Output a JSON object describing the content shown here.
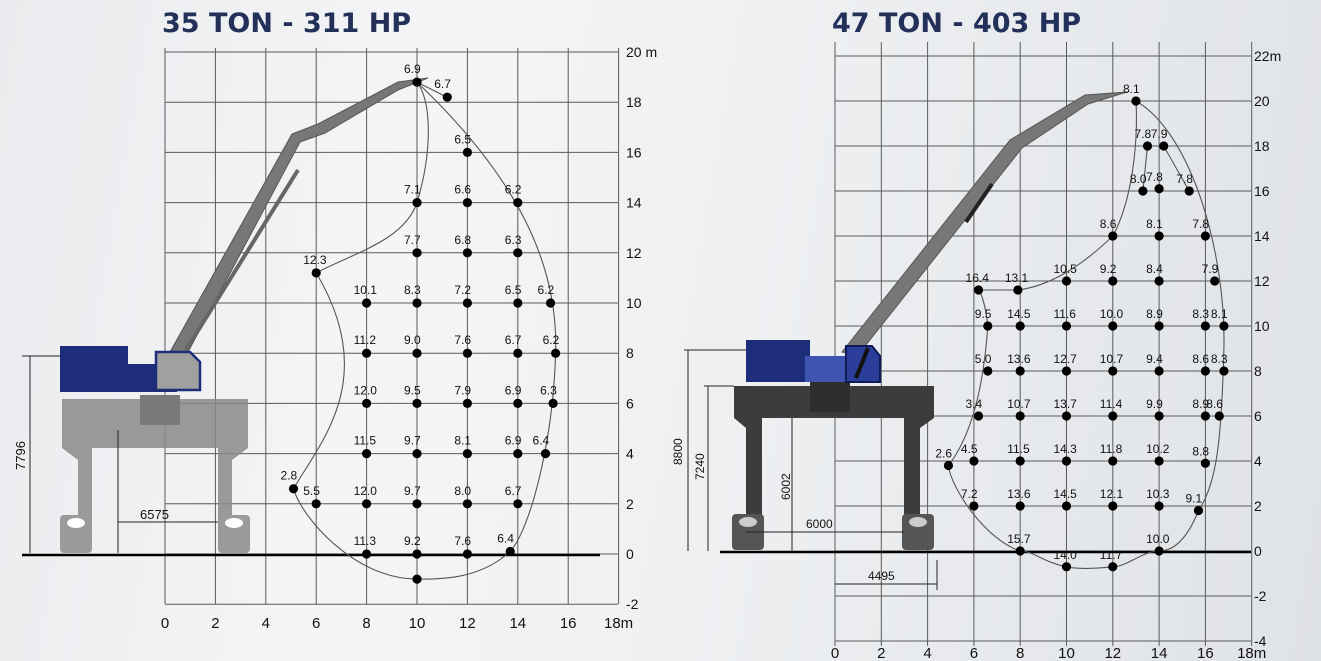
{
  "colors": {
    "title": "#22305a",
    "grid": "#5a5a5a",
    "envelope": "#555555",
    "point": "#000000",
    "cab": "#1d2d7a",
    "cab_light": "#3d55b0",
    "boom": "#777777",
    "gantry_left": "#8a8a8a",
    "gantry_right": "#3c3c3c",
    "ground": "#000000"
  },
  "chart_data": [
    {
      "type": "scatter",
      "title": "35 TON - 311 HP",
      "x_ticks": [
        "0",
        "2",
        "4",
        "6",
        "8",
        "10",
        "12",
        "14",
        "16",
        "18m"
      ],
      "y_ticks": [
        "-2",
        "0",
        "2",
        "4",
        "6",
        "8",
        "10",
        "12",
        "14",
        "16",
        "18",
        "20 m"
      ],
      "xlim": [
        -6,
        18
      ],
      "ylim": [
        -2,
        20
      ],
      "grid": true,
      "dimensions": [
        "7796",
        "6575"
      ],
      "points": [
        {
          "x": 10,
          "y": 18.8,
          "label": "6.9"
        },
        {
          "x": 11.2,
          "y": 18.2,
          "label": "6.7"
        },
        {
          "x": 12,
          "y": 16,
          "label": "6.5"
        },
        {
          "x": 10,
          "y": 14,
          "label": "7.1"
        },
        {
          "x": 12,
          "y": 14,
          "label": "6.6"
        },
        {
          "x": 14,
          "y": 14,
          "label": "6.2"
        },
        {
          "x": 10,
          "y": 12,
          "label": "7.7"
        },
        {
          "x": 12,
          "y": 12,
          "label": "6.8"
        },
        {
          "x": 14,
          "y": 12,
          "label": "6.3"
        },
        {
          "x": 6,
          "y": 11.2,
          "label": "12.3"
        },
        {
          "x": 8,
          "y": 10,
          "label": "10.1"
        },
        {
          "x": 10,
          "y": 10,
          "label": "8.3"
        },
        {
          "x": 12,
          "y": 10,
          "label": "7.2"
        },
        {
          "x": 14,
          "y": 10,
          "label": "6.5"
        },
        {
          "x": 15.3,
          "y": 10,
          "label": "6.2"
        },
        {
          "x": 8,
          "y": 8,
          "label": "11.2"
        },
        {
          "x": 10,
          "y": 8,
          "label": "9.0"
        },
        {
          "x": 12,
          "y": 8,
          "label": "7.6"
        },
        {
          "x": 14,
          "y": 8,
          "label": "6.7"
        },
        {
          "x": 15.5,
          "y": 8,
          "label": "6.2"
        },
        {
          "x": 8,
          "y": 6,
          "label": "12.0"
        },
        {
          "x": 10,
          "y": 6,
          "label": "9.5"
        },
        {
          "x": 12,
          "y": 6,
          "label": "7.9"
        },
        {
          "x": 14,
          "y": 6,
          "label": "6.9"
        },
        {
          "x": 15.4,
          "y": 6,
          "label": "6.3"
        },
        {
          "x": 8,
          "y": 4,
          "label": "11.5"
        },
        {
          "x": 10,
          "y": 4,
          "label": "9.7"
        },
        {
          "x": 12,
          "y": 4,
          "label": "8.1"
        },
        {
          "x": 14,
          "y": 4,
          "label": "6.9"
        },
        {
          "x": 15.1,
          "y": 4,
          "label": "6.4"
        },
        {
          "x": 5.1,
          "y": 2.6,
          "label": "2.8"
        },
        {
          "x": 6,
          "y": 2,
          "label": "5.5"
        },
        {
          "x": 8,
          "y": 2,
          "label": "12.0"
        },
        {
          "x": 10,
          "y": 2,
          "label": "9.7"
        },
        {
          "x": 12,
          "y": 2,
          "label": "8.0"
        },
        {
          "x": 14,
          "y": 2,
          "label": "6.7"
        },
        {
          "x": 8,
          "y": 0,
          "label": "11.3"
        },
        {
          "x": 10,
          "y": 0,
          "label": "9.2"
        },
        {
          "x": 12,
          "y": 0,
          "label": "7.6"
        },
        {
          "x": 13.7,
          "y": 0.1,
          "label": "6.4"
        },
        {
          "x": 10,
          "y": -1,
          "label": ""
        }
      ]
    },
    {
      "type": "scatter",
      "title": "47 TON - 403 HP",
      "x_ticks": [
        "0",
        "2",
        "4",
        "6",
        "8",
        "10",
        "12",
        "14",
        "16",
        "18m"
      ],
      "y_ticks": [
        "-4",
        "-2",
        "0",
        "2",
        "4",
        "6",
        "8",
        "10",
        "12",
        "14",
        "16",
        "18",
        "20",
        "22m"
      ],
      "xlim": [
        0,
        18
      ],
      "ylim": [
        -4,
        22
      ],
      "grid": true,
      "dimensions": [
        "8800",
        "7240",
        "6002",
        "6000",
        "4495"
      ],
      "points": [
        {
          "x": 13,
          "y": 20,
          "label": "8.1"
        },
        {
          "x": 13.5,
          "y": 18,
          "label": "7.8"
        },
        {
          "x": 14.2,
          "y": 18,
          "label": "7.9"
        },
        {
          "x": 13.3,
          "y": 16,
          "label": "8.0"
        },
        {
          "x": 14,
          "y": 16.1,
          "label": "7.8"
        },
        {
          "x": 15.3,
          "y": 16,
          "label": "7.8"
        },
        {
          "x": 12,
          "y": 14,
          "label": "8.6"
        },
        {
          "x": 14,
          "y": 14,
          "label": "8.1"
        },
        {
          "x": 16,
          "y": 14,
          "label": "7.8"
        },
        {
          "x": 6.2,
          "y": 11.6,
          "label": "16.4"
        },
        {
          "x": 7.9,
          "y": 11.6,
          "label": "13.1"
        },
        {
          "x": 10,
          "y": 12,
          "label": "10.5"
        },
        {
          "x": 12,
          "y": 12,
          "label": "9.2"
        },
        {
          "x": 14,
          "y": 12,
          "label": "8.4"
        },
        {
          "x": 16.4,
          "y": 12,
          "label": "7.9"
        },
        {
          "x": 6.6,
          "y": 10,
          "label": "9.5"
        },
        {
          "x": 8,
          "y": 10,
          "label": "14.5"
        },
        {
          "x": 10,
          "y": 10,
          "label": "11.6"
        },
        {
          "x": 12,
          "y": 10,
          "label": "10.0"
        },
        {
          "x": 14,
          "y": 10,
          "label": "8.9"
        },
        {
          "x": 16,
          "y": 10,
          "label": "8.3"
        },
        {
          "x": 16.8,
          "y": 10,
          "label": "8.1"
        },
        {
          "x": 6.6,
          "y": 8,
          "label": "5.0"
        },
        {
          "x": 8,
          "y": 8,
          "label": "13.6"
        },
        {
          "x": 10,
          "y": 8,
          "label": "12.7"
        },
        {
          "x": 12,
          "y": 8,
          "label": "10.7"
        },
        {
          "x": 14,
          "y": 8,
          "label": "9.4"
        },
        {
          "x": 16,
          "y": 8,
          "label": "8.6"
        },
        {
          "x": 16.8,
          "y": 8,
          "label": "8.3"
        },
        {
          "x": 6.2,
          "y": 6,
          "label": "3.4"
        },
        {
          "x": 8,
          "y": 6,
          "label": "10.7"
        },
        {
          "x": 10,
          "y": 6,
          "label": "13.7"
        },
        {
          "x": 12,
          "y": 6,
          "label": "11.4"
        },
        {
          "x": 14,
          "y": 6,
          "label": "9.9"
        },
        {
          "x": 16,
          "y": 6,
          "label": "8.9"
        },
        {
          "x": 16.6,
          "y": 6,
          "label": "8.6"
        },
        {
          "x": 4.9,
          "y": 3.8,
          "label": "2.6"
        },
        {
          "x": 6,
          "y": 4,
          "label": "4.5"
        },
        {
          "x": 8,
          "y": 4,
          "label": "11.5"
        },
        {
          "x": 10,
          "y": 4,
          "label": "14.3"
        },
        {
          "x": 12,
          "y": 4,
          "label": "11.8"
        },
        {
          "x": 14,
          "y": 4,
          "label": "10.2"
        },
        {
          "x": 16,
          "y": 3.9,
          "label": "8.8"
        },
        {
          "x": 6,
          "y": 2,
          "label": "7.2"
        },
        {
          "x": 8,
          "y": 2,
          "label": "13.6"
        },
        {
          "x": 10,
          "y": 2,
          "label": "14.5"
        },
        {
          "x": 12,
          "y": 2,
          "label": "12.1"
        },
        {
          "x": 14,
          "y": 2,
          "label": "10.3"
        },
        {
          "x": 15.7,
          "y": 1.8,
          "label": "9.1"
        },
        {
          "x": 8,
          "y": 0,
          "label": "15.7"
        },
        {
          "x": 10,
          "y": -0.7,
          "label": "14.0"
        },
        {
          "x": 12,
          "y": -0.7,
          "label": "11.7"
        },
        {
          "x": 14,
          "y": 0,
          "label": "10.0"
        }
      ]
    }
  ]
}
